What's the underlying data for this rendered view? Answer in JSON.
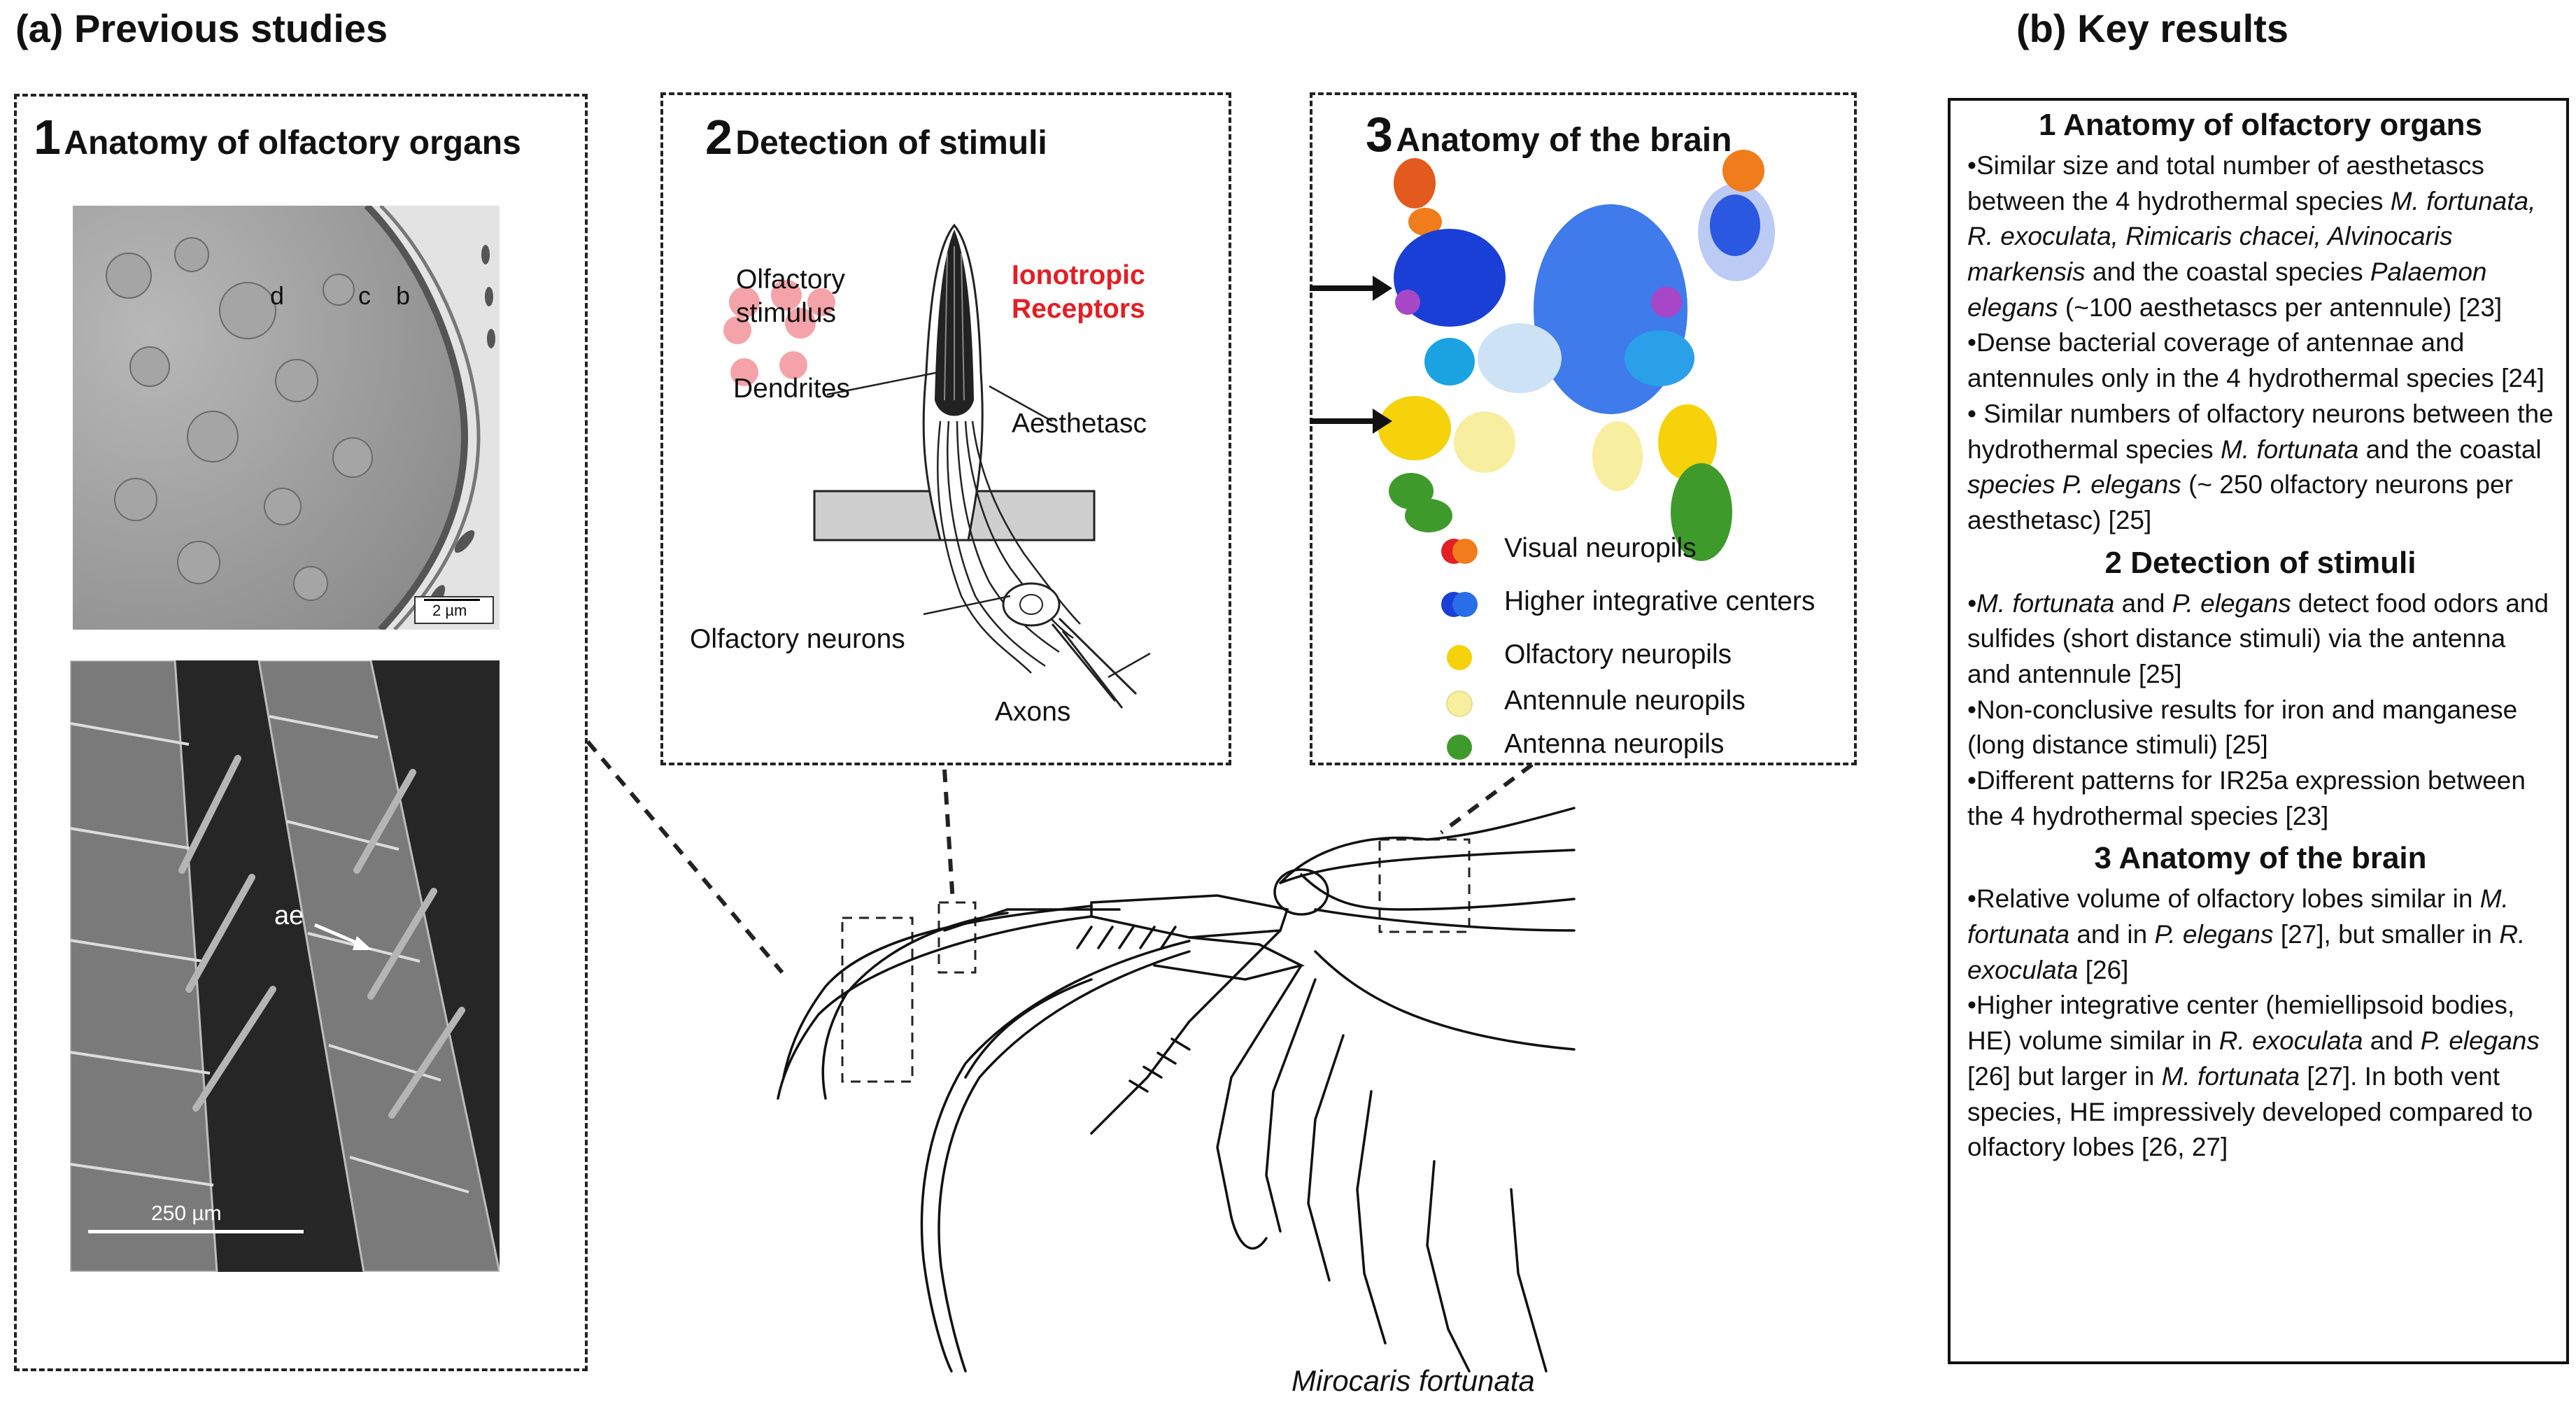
{
  "headings": {
    "previous": "(a) Previous studies",
    "key": "(b) Key results"
  },
  "panel1": {
    "num": "1",
    "title": "Anatomy of olfactory organs",
    "tem_labels": [
      "d",
      "c",
      "b"
    ],
    "tem_scale": "2 µm",
    "sem_label": "ae",
    "sem_scale": "250 µm"
  },
  "panel2": {
    "num": "2",
    "title": "Detection of stimuli",
    "labels": {
      "stimulus_1": "Olfactory",
      "stimulus_2": "stimulus",
      "receptors_1": "Ionotropic",
      "receptors_2": "Receptors",
      "dendrites": "Dendrites",
      "aesthetasc": "Aesthetasc",
      "neurons": "Olfactory neurons",
      "axons": "Axons"
    },
    "receptor_color": "#e31e24",
    "stimulus_color": "#f4a3a8"
  },
  "panel3": {
    "num": "3",
    "title": "Anatomy of the brain",
    "legend": [
      {
        "label": "Visual neuropils",
        "colors": [
          "#e31e24",
          "#f07c1b"
        ]
      },
      {
        "label": "Higher integrative centers",
        "colors": [
          "#1a3fd6",
          "#2a6de8"
        ]
      },
      {
        "label": "Olfactory neuropils",
        "colors": [
          "#f5d20a"
        ]
      },
      {
        "label": "Antennule neuropils",
        "colors": [
          "#f8eea0"
        ]
      },
      {
        "label": "Antenna neuropils",
        "colors": [
          "#3f9a2c"
        ]
      }
    ]
  },
  "shrimp": {
    "species": "Mirocaris fortunata"
  },
  "results": {
    "s1_title": "1 Anatomy of olfactory organs",
    "s1": [
      {
        "a": "•Similar size and total number of aesthetascs between the 4 hydrothermal species ",
        "i1": "M. fortunata, R. exoculata, Rimicaris chacei, Alvinocaris markensis",
        "b": " and the coastal species ",
        "i2": "Palaemon elegans",
        "c": " (~100 aesthetascs per antennule) [23]"
      },
      {
        "a": "•Dense bacterial coverage of antennae and antennules only in the 4 hydrothermal species [24]"
      },
      {
        "a": "• Similar numbers of olfactory neurons between the hydrothermal species ",
        "i1": "M. fortunata",
        "b": " and the coastal ",
        "i2": "species P. elegans",
        "c": " (~ 250 olfactory neurons per aesthetasc) [25]"
      }
    ],
    "s2_title": "2 Detection of stimuli",
    "s2": [
      {
        "i1": "•M. fortunata",
        "a": " and ",
        "i2": "P. elegans",
        "b": " detect food odors and sulfides (short distance stimuli) via the antenna and antennule [25]"
      },
      {
        "a": "•Non-conclusive results for iron and manganese (long distance stimuli) [25]"
      },
      {
        "a": "•Different patterns for IR25a expression between the 4 hydrothermal species [23]"
      }
    ],
    "s3_title": "3 Anatomy of the brain",
    "s3": [
      {
        "a": "•Relative volume of olfactory lobes similar in ",
        "i1": "M. fortunata",
        "b": " and in ",
        "i2": "P. elegans",
        "c": " [27], but smaller in ",
        "i3": "R. exoculata",
        "d": " [26]"
      },
      {
        "a": "•Higher integrative center (hemiellipsoid bodies, HE) volume similar in ",
        "i1": "R. exoculata",
        "b": " and ",
        "i2": "P. elegans",
        "c": " [26] but larger in ",
        "i3": "M. fortunata",
        "d": " [27]. In both vent species, HE impressively developed compared to olfactory lobes [26, 27]"
      }
    ]
  }
}
